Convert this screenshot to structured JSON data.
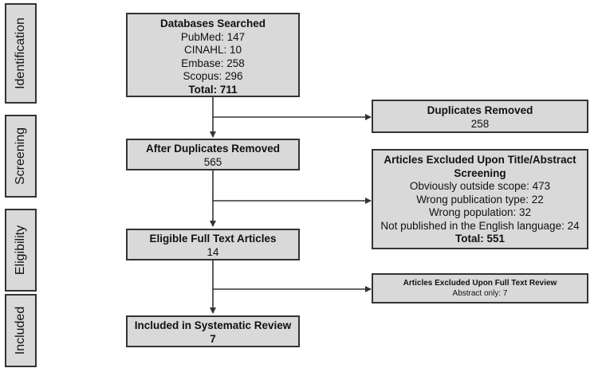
{
  "phases": {
    "identification": "Identification",
    "screening": "Screening",
    "eligibility": "Eligibility",
    "included": "Included"
  },
  "databases": {
    "title": "Databases Searched",
    "lines": [
      "PubMed: 147",
      "CINAHL: 10",
      "Embase: 258",
      "Scopus: 296"
    ],
    "total": "Total: 711"
  },
  "duplicates_removed": {
    "title": "Duplicates Removed",
    "value": "258"
  },
  "after_duplicates": {
    "title": "After Duplicates Removed",
    "value": "565"
  },
  "excluded_title_abstract": {
    "title": "Articles Excluded Upon Title/Abstract Screening",
    "lines": [
      "Obviously outside scope: 473",
      "Wrong publication type: 22",
      "Wrong population: 32",
      "Not published in the English language: 24"
    ],
    "total": "Total: 551"
  },
  "eligible": {
    "title": "Eligible Full Text Articles",
    "value": "14"
  },
  "excluded_full_text": {
    "title": "Articles Excluded Upon Full Text Review",
    "line": "Abstract only: 7"
  },
  "included": {
    "title": "Included in Systematic Review",
    "value": "7"
  }
}
